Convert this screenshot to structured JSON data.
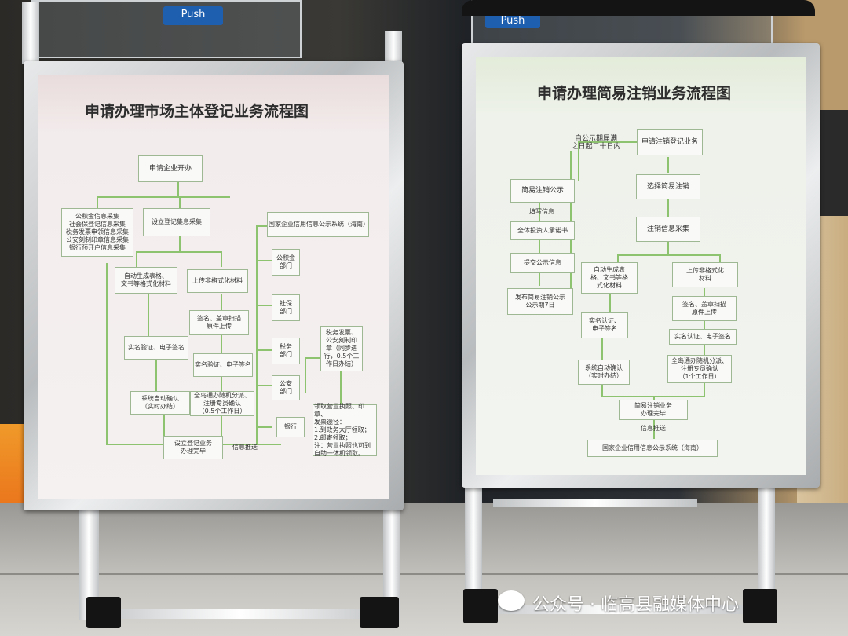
{
  "scene": {
    "push_label_left": "Push",
    "push_label_right": "Push"
  },
  "left_board": {
    "title": "申请办理市场主体登记业务流程图",
    "nodes": {
      "start": "申请企业开办",
      "info_list": "公积金信息采集\n社会保登记信息采集\n税务发票申领信息采集\n公安刻制印章信息采集\n银行预开户信息采集",
      "set_collect": "设立登记集息采集",
      "national_system": "国家企业信用信息公示系统（海南）",
      "auto_gen": "自动生成表格、\n文书等格式化材料",
      "upload": "上传非格式化材料",
      "housing_fund": "公积金\n部门",
      "social_security": "社保\n部门",
      "sign_scan": "签名、盖章扫描\n原件上传",
      "real_name_left": "实名验证、电子签名",
      "real_name_mid": "实名验证、电子签名",
      "tax": "税务\n部门",
      "tax_note": "税务发票、\n公安刻制印\n章（同步进\n行，0.5个工\n作日办结）",
      "system_confirm": "系统自动确认\n（实时办结）",
      "island_confirm": "全岛通办随机分派、\n注册专员确认\n（0.5个工作日）",
      "police": "公安\n部门",
      "bank": "银行",
      "receive": "领取营业执照、印章、\n发票途径：\n1.到政务大厅领取；\n2.邮寄领取；\n注：营业执照也可到\n自助一体机领取。",
      "complete": "设立登记业务\n办理完毕",
      "push": "信息推送"
    }
  },
  "right_board": {
    "title": "申请办理简易注销业务流程图",
    "nodes": {
      "deadline": "自公示期届满\n之日起二十日内",
      "apply": "申请注销登记业务",
      "publicity": "简易注销公示",
      "choose": "选择简易注销",
      "fill": "填写信息",
      "investor_letter": "全体投资人承诺书",
      "collect": "注销信息采集",
      "submit": "提交公示信息",
      "auto_gen": "自动生成表\n格、文书等格\n式化材料",
      "upload": "上传非格式化\n材料",
      "publish": "发布简易注销公示\n公示期7日",
      "sign_scan": "签名、盖章扫描\n原件上传",
      "real_name_left": "实名认证、\n电子签名",
      "real_name_right": "实名认证、电子签名",
      "system_confirm": "系统自动确认\n（实时办结）",
      "island_confirm": "全岛通办随机分派、\n注册专员确认\n（1个工作日）",
      "complete": "简易注销业务\n办理完毕",
      "push": "信息推送",
      "national_system": "国家企业信用信息公示系统（海南）"
    }
  },
  "watermark": {
    "text": "公众号 · 临高县融媒体中心"
  }
}
